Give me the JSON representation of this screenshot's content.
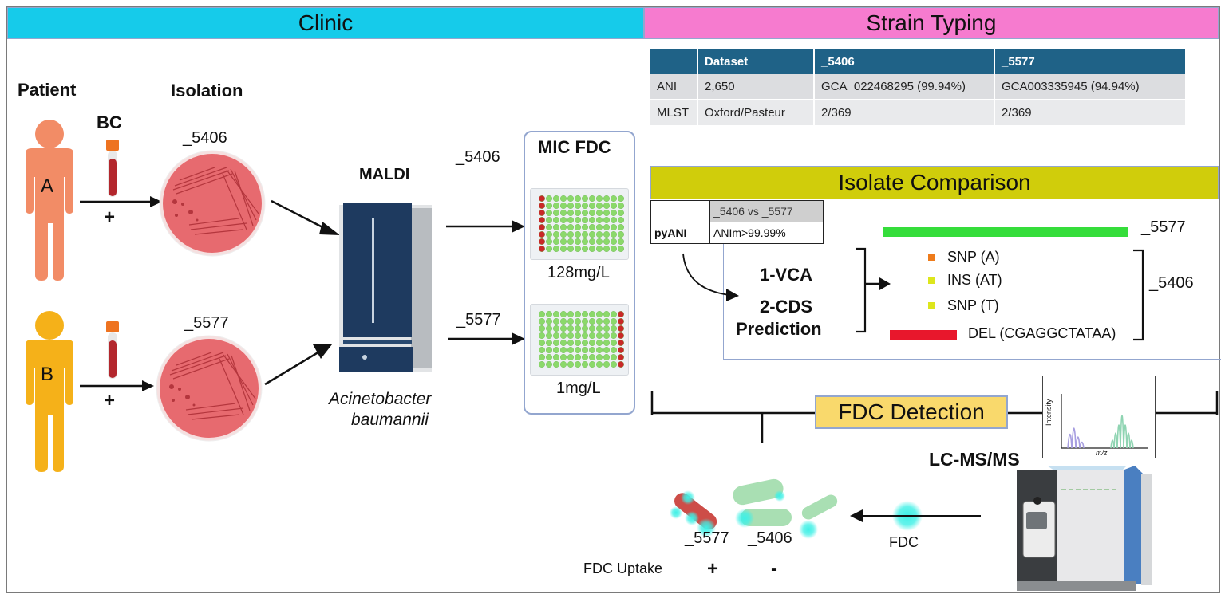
{
  "sections": {
    "clinic": "Clinic",
    "strain_typing": "Strain Typing"
  },
  "colors": {
    "clinic_header": "#16cbea",
    "strain_header": "#f67bcf",
    "isolate_header": "#d0cd0b",
    "fdc_detection": "#f9d96c",
    "patient_a": "#f28c66",
    "patient_b": "#f5b119",
    "agar": "#e76a6f",
    "table_header": "#1f6287",
    "well_growth": "#8bd96a",
    "well_inhibit": "#c92828",
    "variant_snp_a": "#ee7b1b",
    "variant_ins": "#dde61c",
    "variant_snp_t": "#dde61c",
    "bar_5577": "#35dd3b",
    "bar_del": "#e8172c",
    "fdc_particle": "#3ff0e6"
  },
  "clinic": {
    "patient_label": "Patient",
    "isolation_label": "Isolation",
    "bc_label": "BC",
    "patients": [
      {
        "id": "A",
        "sample_sign": "+",
        "isolate": "_5406"
      },
      {
        "id": "B",
        "sample_sign": "+",
        "isolate": "_5577"
      }
    ],
    "maldi_label": "MALDI",
    "organism_line1": "Acinetobacter",
    "organism_line2": "baumannii",
    "arrow_labels": [
      "_5406",
      "_5577"
    ],
    "mic": {
      "title": "MIC FDC",
      "plates": [
        {
          "isolate": "_5406",
          "value": "128mg/L",
          "rows": 8,
          "cols": 12,
          "inhibited_column": "first"
        },
        {
          "isolate": "_5577",
          "value": "1mg/L",
          "rows": 8,
          "cols": 12,
          "inhibited_column": "last"
        }
      ]
    }
  },
  "strain_table": {
    "headers": [
      "",
      "Dataset",
      "_5406",
      "_5577"
    ],
    "rows": [
      [
        "ANI",
        "2,650",
        "GCA_022468295 (99.94%)",
        "GCA003335945 (94.94%)"
      ],
      [
        "MLST",
        "Oxford/Pasteur",
        "2/369",
        "2/369"
      ]
    ]
  },
  "isolate_comparison": {
    "title": "Isolate Comparison",
    "pyani_table": {
      "header": "_5406 vs _5577",
      "row_label": "pyANI",
      "row_value": "ANIm>99.99%"
    },
    "steps": [
      "1-VCA",
      "2-CDS",
      "Prediction"
    ],
    "reference_label": "_5577",
    "variant_group_label": "_5406",
    "variants": [
      {
        "label": "SNP (A)",
        "color_key": "variant_snp_a"
      },
      {
        "label": "INS (AT)",
        "color_key": "variant_ins"
      },
      {
        "label": "SNP (T)",
        "color_key": "variant_snp_t"
      },
      {
        "label": "DEL (CGAGGCTATAA)",
        "color_key": "bar_del"
      }
    ]
  },
  "fdc_detection": {
    "title": "FDC Detection",
    "method": "LC-MS/MS",
    "spectrum_ylabel": "Intensity",
    "spectrum_xlabel": "m/z",
    "molecule_label": "FDC",
    "uptake_label": "FDC Uptake",
    "cells": [
      {
        "isolate": "_5577",
        "uptake": "+"
      },
      {
        "isolate": "_5406",
        "uptake": "-"
      }
    ]
  }
}
